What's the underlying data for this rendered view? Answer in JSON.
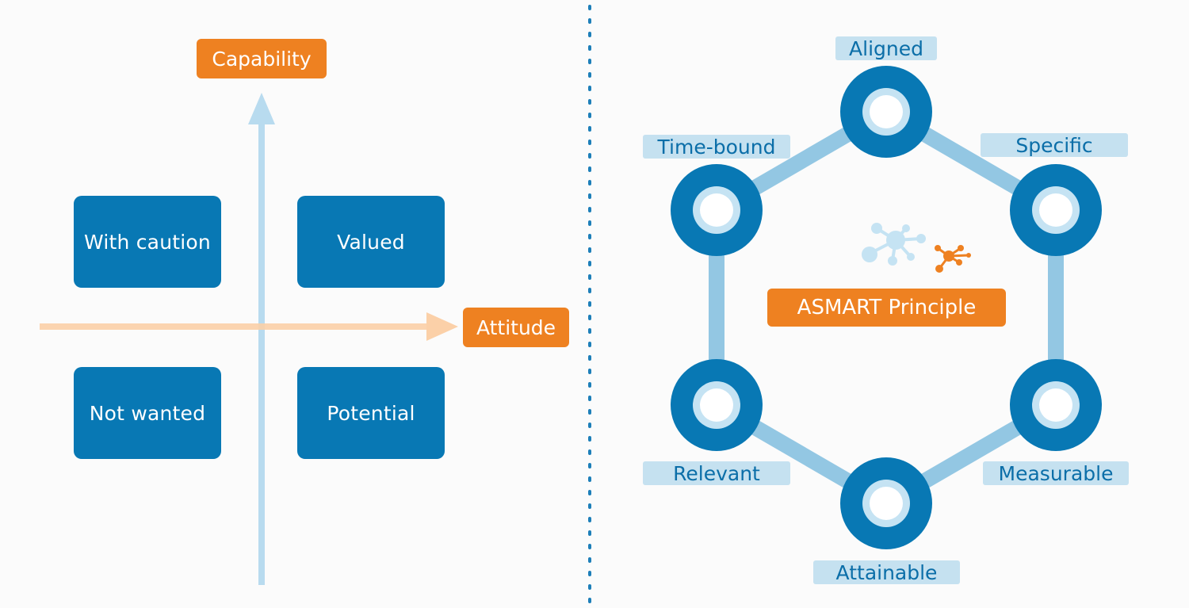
{
  "colors": {
    "box_blue": "#0878b4",
    "axis_blue_light": "#b8dbef",
    "axis_orange_light": "#fbd0a8",
    "orange": "#ee8121",
    "hex_link": "#93c7e3",
    "node_inner": "#c5e3f3",
    "label_bg": "#c5e1f0",
    "label_text": "#0b6ea8",
    "divider_dots": "#1d7fb9"
  },
  "matrix": {
    "y_axis_label": "Capability",
    "x_axis_label": "Attitude",
    "quadrants": {
      "top_left": "With caution",
      "top_right": "Valued",
      "bottom_left": "Not wanted",
      "bottom_right": "Potential"
    }
  },
  "asmart": {
    "center_label": "ASMART Principle",
    "center_icon": "network-molecule-icon",
    "nodes": {
      "top": "Aligned",
      "upper_right": "Specific",
      "lower_right": "Measurable",
      "bottom": "Attainable",
      "lower_left": "Relevant",
      "upper_left": "Time-bound"
    }
  }
}
